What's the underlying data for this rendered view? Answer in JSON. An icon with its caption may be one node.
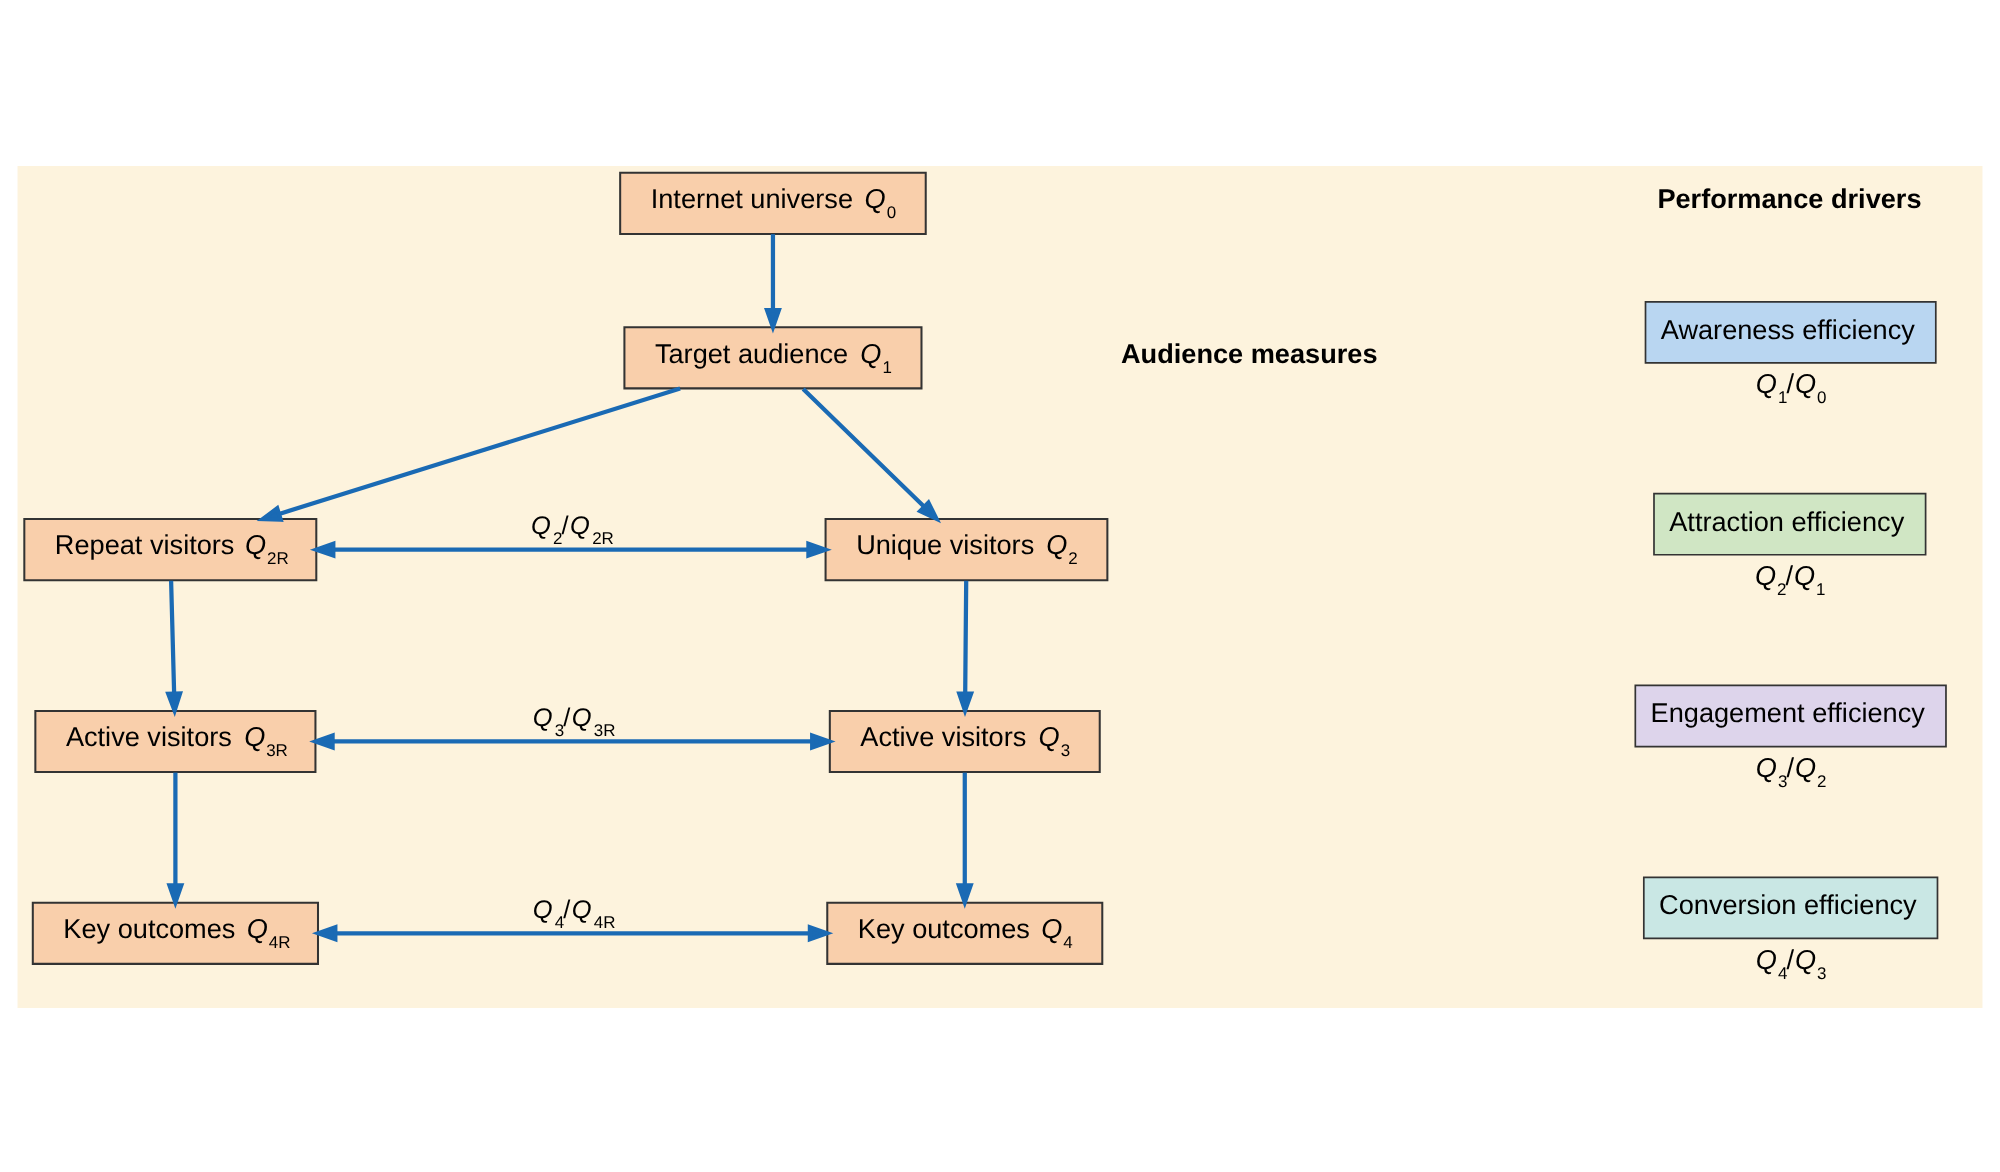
{
  "diagram": {
    "nodes": [
      {
        "text": [
          "Internet universe *Q*$_{0}$"
        ]
      },
      {
        "text": [
          "Target audience *Q*$_{1}$"
        ]
      },
      {
        "text": [
          "Repeat visitors *Q*$_{2R}$"
        ]
      },
      {
        "text": [
          "Unique visitors *Q*$_{2}$"
        ]
      },
      {
        "text": [
          "Active visitors *Q*$_{3R}$"
        ]
      },
      {
        "text": [
          "Active visitors *Q*$_{3}$"
        ]
      },
      {
        "text": [
          "Key outcomes *Q*$_{4R}$"
        ]
      },
      {
        "text": [
          "Key outcomes *Q*$_{4}$"
        ]
      },
      {
        "text": [
          "Awareness efficiency"
        ],
        "beside": [
          "*Q*$_{1}$/*Q*$_{0}$"
        ]
      },
      {
        "text": [
          "Attraction efficiency"
        ],
        "beside": [
          "*Q*$_{2}$/*Q*$_{1}$"
        ]
      },
      {
        "text": [
          "Engagement efficiency"
        ],
        "beside": [
          "*Q*$_{3}$/*Q*$_{2}$"
        ]
      },
      {
        "text": [
          "Conversion efficiency"
        ],
        "beside": [
          "*Q*$_{4}$/*Q*$_{3}$"
        ]
      }
    ],
    "edges": [
      {
        "from": 0,
        "to": 1,
        "arrow": "to"
      },
      {
        "from": 1,
        "to": 2,
        "arrow": "to"
      },
      {
        "from": 1,
        "to": 3,
        "arrow": "to"
      },
      {
        "from": 2,
        "to": 3,
        "arrow": "both",
        "label": "*Q*$_{2}$/*Q*$_{2R}$"
      },
      {
        "from": 2,
        "to": 4,
        "arrow": "to"
      },
      {
        "from": 3,
        "to": 5,
        "arrow": "to"
      },
      {
        "from": 4,
        "to": 5,
        "arrow": "both",
        "label": "*Q*$_{3}$/*Q*$_{3R}$"
      },
      {
        "from": 4,
        "to": 6,
        "arrow": "to"
      },
      {
        "from": 5,
        "to": 7,
        "arrow": "to"
      },
      {
        "from": 6,
        "to": 7,
        "arrow": "both",
        "label": "*Q*$_{4}$/*Q*$_{4R}$"
      }
    ],
    "labels": [
      "Performance drivers",
      "Audience measures"
    ]
  }
}
